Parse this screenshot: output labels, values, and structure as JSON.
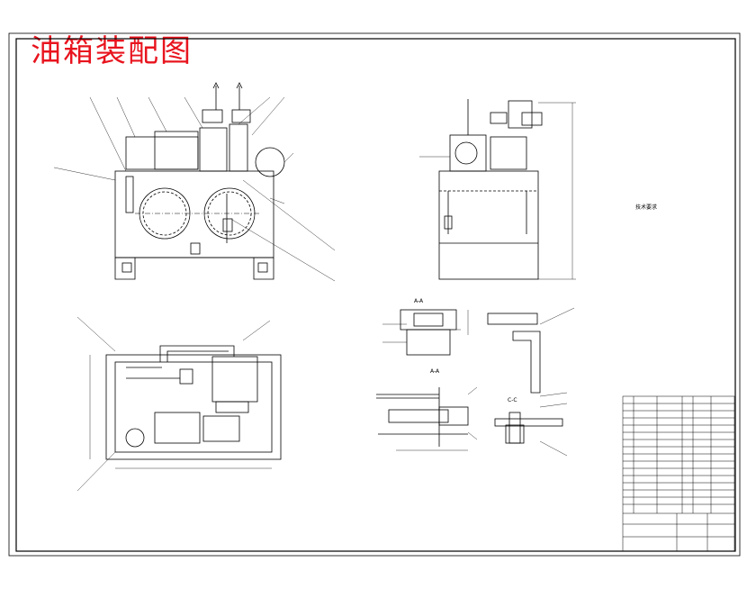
{
  "title": "油箱装配图",
  "section_labels": {
    "a": "A-A",
    "b": "A-A",
    "c": "C-C"
  },
  "notes_title": "技术要求",
  "colors": {
    "title": "#e8141e",
    "line": "#000000",
    "paper": "#ffffff"
  }
}
